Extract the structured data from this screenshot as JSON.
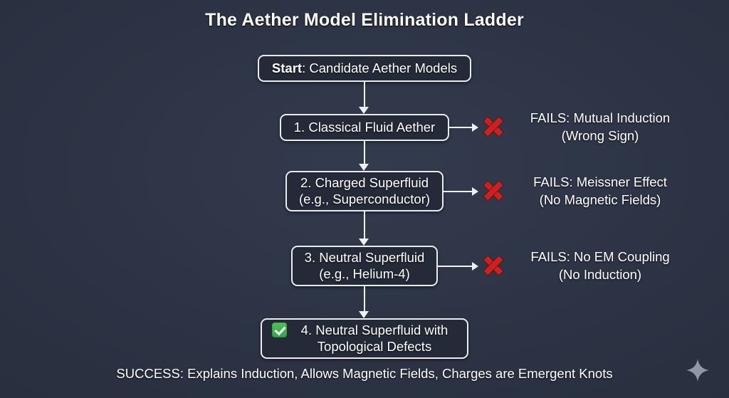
{
  "title": "The Aether Model Elimination Ladder",
  "colors": {
    "background": "#2d3445",
    "node_border": "#e9ecf2",
    "node_fill": "#242a38",
    "connector": "#eef1f6",
    "fail_x": "#cf2020",
    "success_check": "#3eb34a",
    "text": "#ffffff"
  },
  "flow": {
    "nodes": [
      {
        "id": "start",
        "prefix": "Start",
        "prefix_bold": true,
        "label": ": Candidate Aether Models",
        "full_text": "Start: Candidate Aether Models"
      },
      {
        "id": "step-1",
        "label": "1. Classical Fluid Aether"
      },
      {
        "id": "step-2",
        "label": "2. Charged Superfluid\n(e.g., Superconductor)"
      },
      {
        "id": "step-3",
        "label": "3. Neutral Superfluid\n(e.g., Helium-4)"
      },
      {
        "id": "step-4",
        "badge": "check-badge",
        "label": "4. Neutral Superfluid with\nTopological Defects"
      }
    ],
    "outcomes": [
      {
        "id": "fail-1",
        "icon": "red-x-icon",
        "text": "FAILS: Mutual Induction\n(Wrong Sign)"
      },
      {
        "id": "fail-2",
        "icon": "red-x-icon",
        "text": "FAILS: Meissner Effect\n(No Magnetic Fields)"
      },
      {
        "id": "fail-3",
        "icon": "red-x-icon",
        "text": "FAILS: No EM Coupling\n(No Induction)"
      }
    ]
  },
  "success_caption": "SUCCESS: Explains Induction, Allows Magnetic Fields, Charges are Emergent Knots",
  "watermark": {
    "icon": "sparkle-icon"
  }
}
